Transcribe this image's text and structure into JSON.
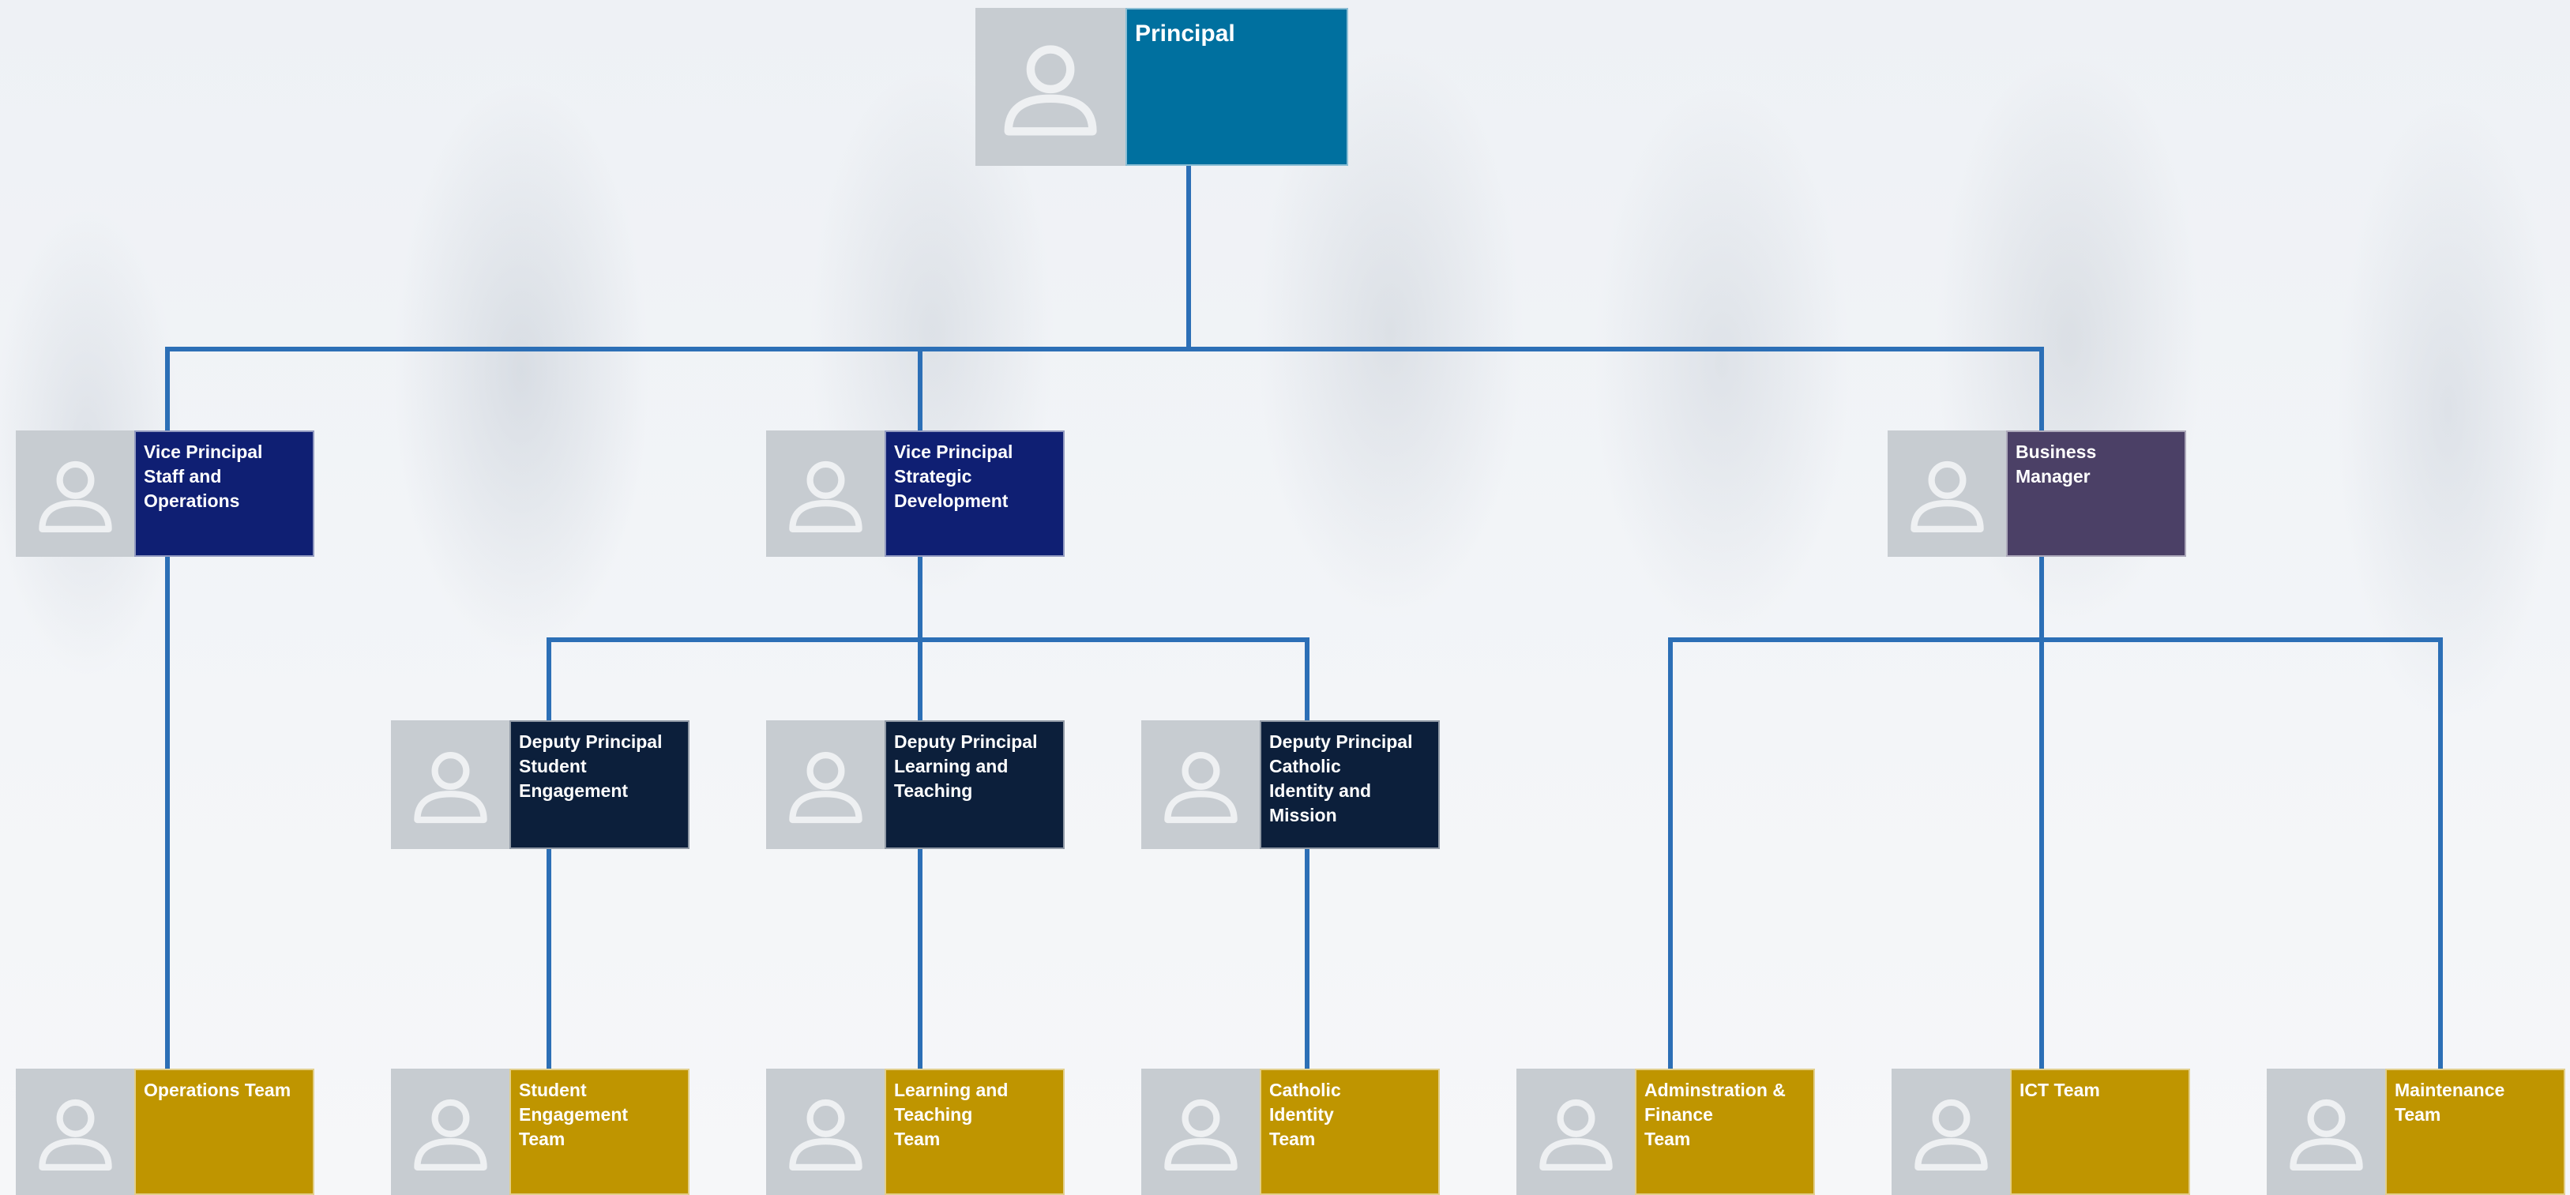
{
  "colors": {
    "connector": "#2c6fb6",
    "principal": "#00709f",
    "vice_principal": "#0f1f73",
    "business_manager": "#4b4066",
    "deputy": "#0c1f3b",
    "team": "#bf9500",
    "avatar_bg": "#c7ccd1",
    "avatar_icon": "#eef0f2"
  },
  "icon": "person-icon",
  "org": {
    "principal": {
      "label": "Principal"
    },
    "vp_staff_operations": {
      "label": "Vice Principal\nStaff and\nOperations"
    },
    "vp_strategic_development": {
      "label": "Vice Principal\nStrategic\nDevelopment"
    },
    "business_manager": {
      "label": "Business\nManager"
    },
    "dp_student_engagement": {
      "label": "Deputy Principal\nStudent\nEngagement"
    },
    "dp_learning_teaching": {
      "label": "Deputy Principal\nLearning and\nTeaching"
    },
    "dp_catholic_identity": {
      "label": "Deputy Principal\nCatholic\nIdentity and\nMission"
    },
    "operations_team": {
      "label": "Operations Team"
    },
    "student_engagement_team": {
      "label": "Student\nEngagement\nTeam"
    },
    "learning_teaching_team": {
      "label": "Learning and\nTeaching\nTeam"
    },
    "catholic_identity_team": {
      "label": "Catholic\nIdentity\nTeam"
    },
    "administration_finance_team": {
      "label": "Adminstration &\nFinance\nTeam"
    },
    "ict_team": {
      "label": "ICT Team"
    },
    "maintenance_team": {
      "label": "Maintenance\nTeam"
    }
  }
}
